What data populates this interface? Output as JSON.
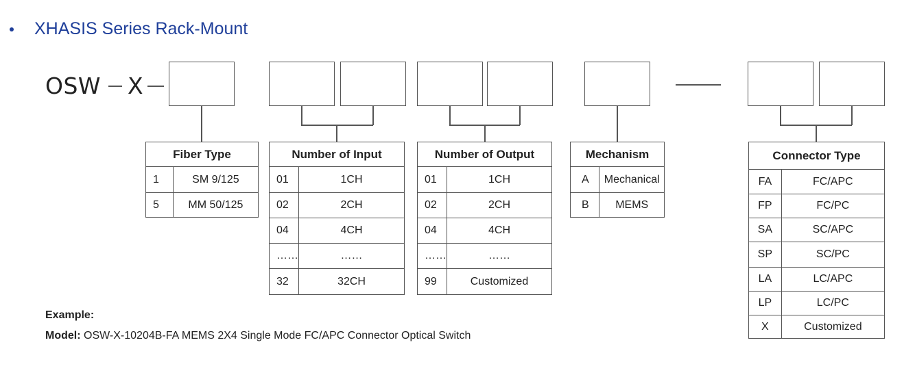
{
  "heading": "XHASIS Series Rack-Mount",
  "code_prefix": "OSW",
  "code_x": "X",
  "fiber_type": {
    "title": "Fiber Type",
    "rows": [
      [
        "1",
        "SM 9/125"
      ],
      [
        "5",
        "MM 50/125"
      ]
    ]
  },
  "number_of_input": {
    "title": "Number of Input",
    "rows": [
      [
        "01",
        "1CH"
      ],
      [
        "02",
        "2CH"
      ],
      [
        "04",
        "4CH"
      ],
      [
        "……",
        "……"
      ],
      [
        "32",
        "32CH"
      ]
    ]
  },
  "number_of_output": {
    "title": "Number of Output",
    "rows": [
      [
        "01",
        "1CH"
      ],
      [
        "02",
        "2CH"
      ],
      [
        "04",
        "4CH"
      ],
      [
        "……",
        "……"
      ],
      [
        "99",
        "Customized"
      ]
    ]
  },
  "mechanism": {
    "title": "Mechanism",
    "rows": [
      [
        "A",
        "Mechanical"
      ],
      [
        "B",
        "MEMS"
      ]
    ]
  },
  "connector_type": {
    "title": "Connector Type",
    "rows": [
      [
        "FA",
        "FC/APC"
      ],
      [
        "FP",
        "FC/PC"
      ],
      [
        "SA",
        "SC/APC"
      ],
      [
        "SP",
        "SC/PC"
      ],
      [
        "LA",
        "LC/APC"
      ],
      [
        "LP",
        "LC/PC"
      ],
      [
        "X",
        "Customized"
      ]
    ]
  },
  "example": {
    "label": "Example:",
    "model_label": "Model:",
    "model_text": "OSW-X-10204B-FA MEMS 2X4 Single Mode FC/APC Connector Optical Switch"
  }
}
